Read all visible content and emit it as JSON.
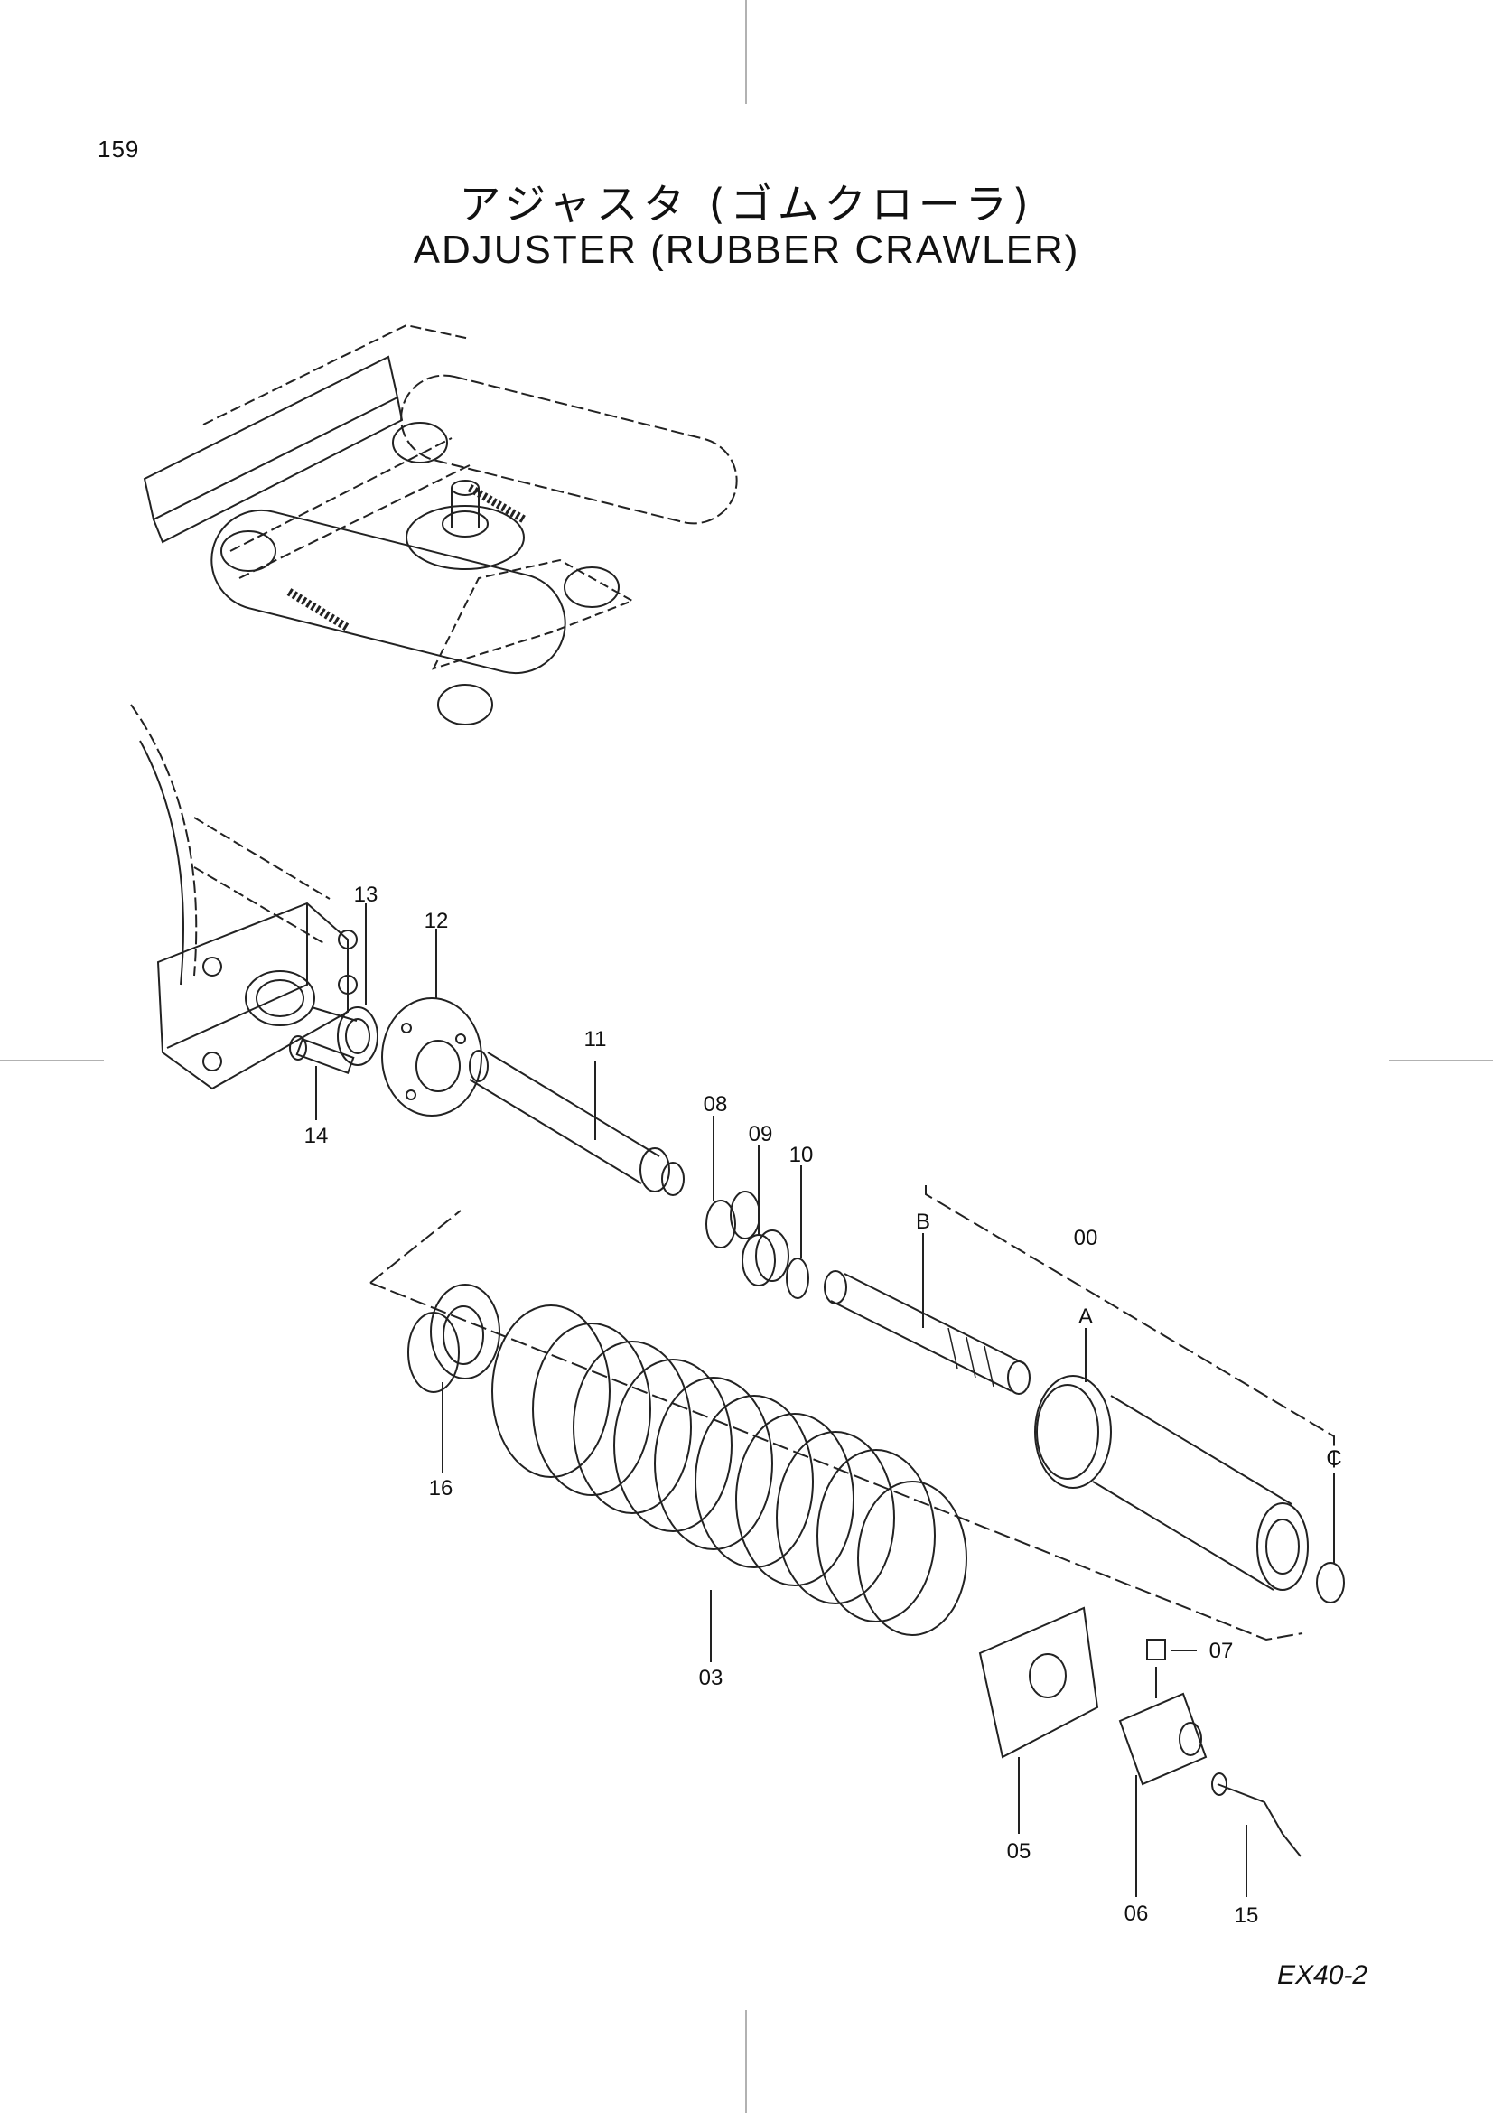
{
  "page": {
    "number": "159",
    "title_jp": "アジャスタ (ゴムクローラ)",
    "title_en": "ADJUSTER (RUBBER CRAWLER)",
    "model": "EX40-2"
  },
  "part_labels": {
    "p13": "13",
    "p12": "12",
    "p11": "11",
    "p14": "14",
    "p08": "08",
    "p09": "09",
    "p10": "10",
    "pB": "B",
    "p00": "00",
    "pA": "A",
    "pC": "C",
    "p16": "16",
    "p03": "03",
    "p07": "07",
    "p05": "05",
    "p06": "06",
    "p15": "15"
  }
}
